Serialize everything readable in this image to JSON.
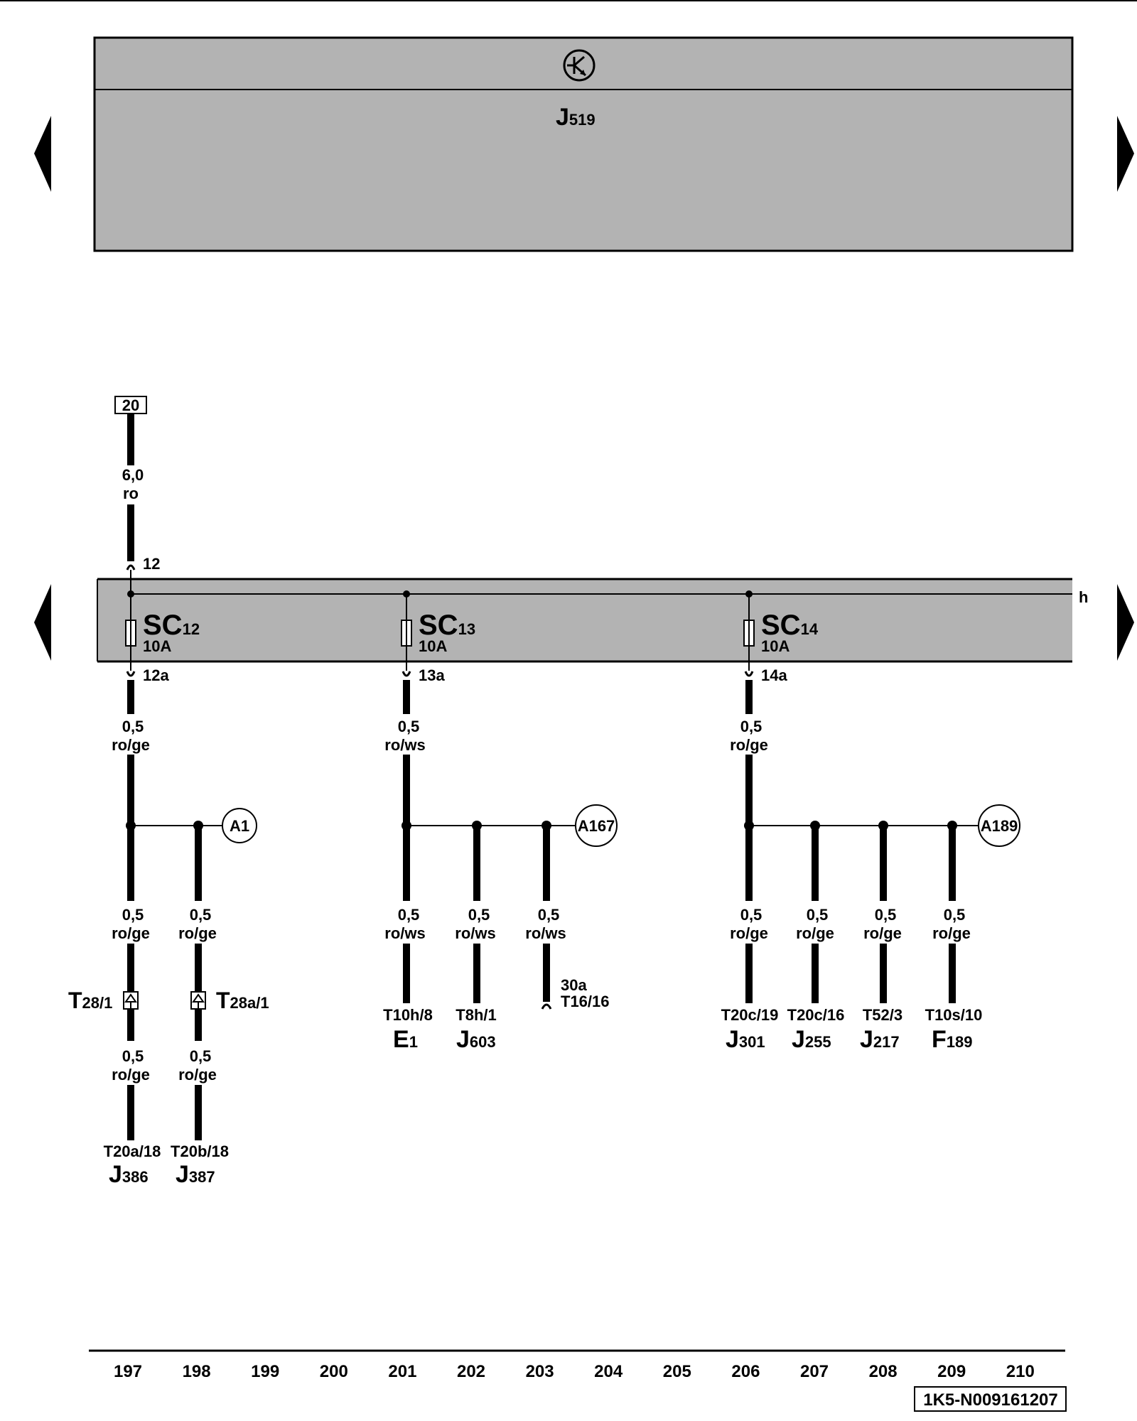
{
  "control_unit": {
    "prefix": "J",
    "sub": "519"
  },
  "bus": {
    "label": "h"
  },
  "source": {
    "label": "20",
    "wire_size": "6,0",
    "wire_color": "ro",
    "terminal": "12"
  },
  "fuses": [
    {
      "prefix": "SC",
      "sub": "12",
      "rating": "10A",
      "out_terminal": "12a",
      "wire_size": "0,5",
      "wire_color": "ro/ge"
    },
    {
      "prefix": "SC",
      "sub": "13",
      "rating": "10A",
      "out_terminal": "13a",
      "wire_size": "0,5",
      "wire_color": "ro/ws"
    },
    {
      "prefix": "SC",
      "sub": "14",
      "rating": "10A",
      "out_terminal": "14a",
      "wire_size": "0,5",
      "wire_color": "ro/ge"
    }
  ],
  "splices": [
    "A1",
    "A167",
    "A189"
  ],
  "branches": [
    {
      "wire_size": "0,5",
      "wire_color": "ro/ge",
      "connector": {
        "prefix": "T",
        "sub": "28/1"
      },
      "wire_size_2": "0,5",
      "wire_color_2": "ro/ge",
      "terminal": "T20a/18",
      "component": {
        "prefix": "J",
        "sub": "386"
      }
    },
    {
      "wire_size": "0,5",
      "wire_color": "ro/ge",
      "connector": {
        "prefix": "T",
        "sub": "28a/1"
      },
      "wire_size_2": "0,5",
      "wire_color_2": "ro/ge",
      "terminal": "T20b/18",
      "component": {
        "prefix": "J",
        "sub": "387"
      }
    },
    {
      "wire_size": "0,5",
      "wire_color": "ro/ws",
      "terminal": "T10h/8",
      "component": {
        "prefix": "E",
        "sub": "1"
      }
    },
    {
      "wire_size": "0,5",
      "wire_color": "ro/ws",
      "terminal": "T8h/1",
      "component": {
        "prefix": "J",
        "sub": "603"
      }
    },
    {
      "wire_size": "0,5",
      "wire_color": "ro/ws",
      "terminal_a": "30a",
      "terminal_b": "T16/16"
    },
    {
      "wire_size": "0,5",
      "wire_color": "ro/ge",
      "terminal": "T20c/19",
      "component": {
        "prefix": "J",
        "sub": "301"
      }
    },
    {
      "wire_size": "0,5",
      "wire_color": "ro/ge",
      "terminal": "T20c/16",
      "component": {
        "prefix": "J",
        "sub": "255"
      }
    },
    {
      "wire_size": "0,5",
      "wire_color": "ro/ge",
      "terminal": "T52/3",
      "component": {
        "prefix": "J",
        "sub": "217"
      }
    },
    {
      "wire_size": "0,5",
      "wire_color": "ro/ge",
      "terminal": "T10s/10",
      "component": {
        "prefix": "F",
        "sub": "189"
      }
    }
  ],
  "columns": [
    "197",
    "198",
    "199",
    "200",
    "201",
    "202",
    "203",
    "204",
    "205",
    "206",
    "207",
    "208",
    "209",
    "210"
  ],
  "reference_code": "1K5-N009161207",
  "colors": {
    "panel": "#b3b3b3",
    "wire": "#000000",
    "background": "#ffffff"
  },
  "icons": [
    "nav-left-arrow-icon",
    "nav-right-arrow-icon",
    "ground-symbol-icon",
    "fuse-icon",
    "connector-icon"
  ]
}
